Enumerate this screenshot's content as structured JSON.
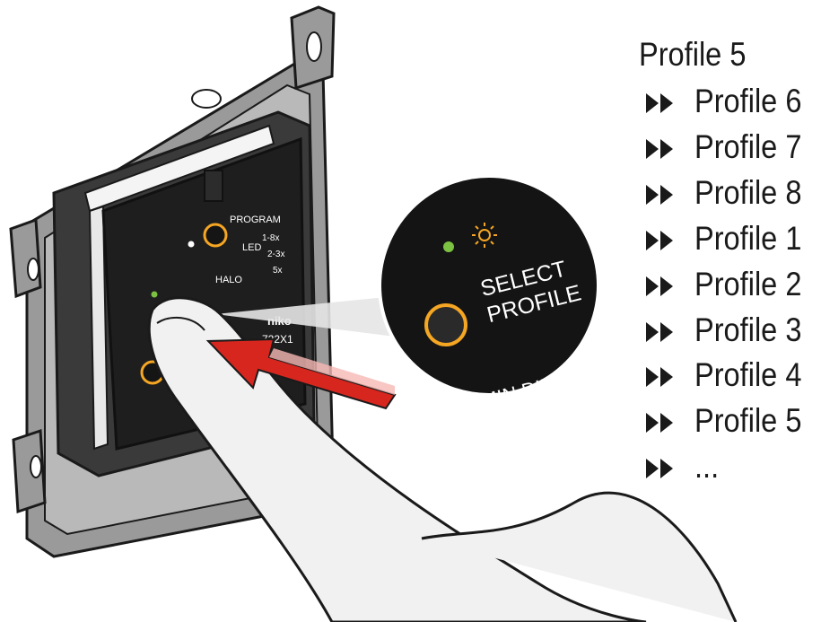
{
  "profile_sequence": {
    "current": "Profile 5",
    "steps": [
      "Profile 6",
      "Profile 7",
      "Profile 8",
      "Profile 1",
      "Profile 2",
      "Profile 3",
      "Profile 4",
      "Profile 5",
      "..."
    ]
  },
  "device_labels": {
    "program": "PROGRAM",
    "led": "LED",
    "halo": "HALO",
    "led_press": "1-8x",
    "halo_press": "2-3x",
    "third_press": "5x",
    "brand": "niko",
    "model": "722X1"
  },
  "zoom_labels": {
    "select_line1": "SELECT",
    "select_line2": "PROFILE",
    "min_dim": "MIN DIM"
  },
  "colors": {
    "led_green": "#7cc242",
    "ring_orange": "#f5a623",
    "arrow_red": "#d7261e",
    "plate_dark": "#1e1e1e",
    "frame_gray": "#8d8d8d"
  }
}
